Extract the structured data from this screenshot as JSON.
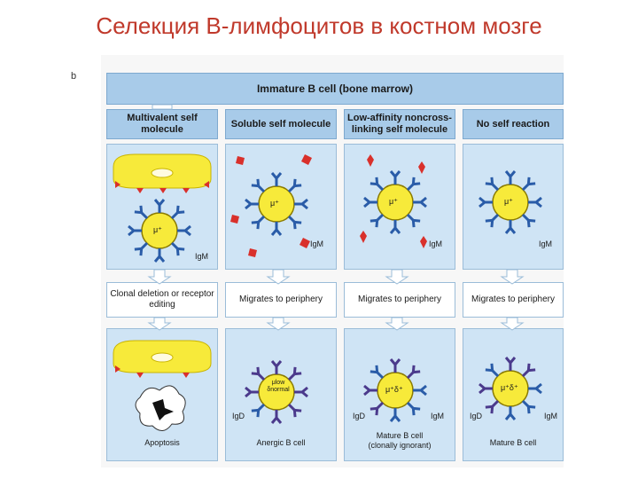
{
  "slide_title": "Селекция В-лимфоцитов в костном мозге",
  "corner_mark": "b",
  "header": "Immature B cell (bone marrow)",
  "columns": [
    {
      "heading": "Multivalent self molecule",
      "receptor_label": "IgM",
      "fate": "Clonal deletion or receptor editing",
      "cell_label": "μ⁺",
      "outcome_caption": "Apoptosis",
      "outcome_receptor": ""
    },
    {
      "heading": "Soluble self molecule",
      "receptor_label": "IgM",
      "fate": "Migrates to periphery",
      "cell_label": "μ⁺",
      "outcome_caption": "Anergic B cell",
      "outcome_receptor": "IgD",
      "outcome_cell_label": "μlow δnormal"
    },
    {
      "heading": "Low-affinity noncross- linking self molecule",
      "receptor_label": "IgM",
      "fate": "Migrates to periphery",
      "cell_label": "μ⁺",
      "outcome_caption": "Mature B cell (clonally ignorant)",
      "outcome_receptor": "IgD",
      "outcome_receptor_2": "IgM",
      "outcome_cell_label": "μ⁺δ⁺"
    },
    {
      "heading": "No self reaction",
      "receptor_label": "IgM",
      "fate": "Migrates to periphery",
      "cell_label": "μ⁺",
      "outcome_caption": "Mature B cell",
      "outcome_receptor": "IgD",
      "outcome_receptor_2": "IgM",
      "outcome_cell_label": "μ⁺δ⁺"
    }
  ],
  "colors": {
    "header_blue": "#a8cbe9",
    "panel_blue": "#cfe4f5",
    "cell_yellow": "#f7ea3a",
    "receptor_blue": "#2a5ca8",
    "antigen_red": "#d9302b",
    "igd_purple": "#4b3a8c"
  }
}
